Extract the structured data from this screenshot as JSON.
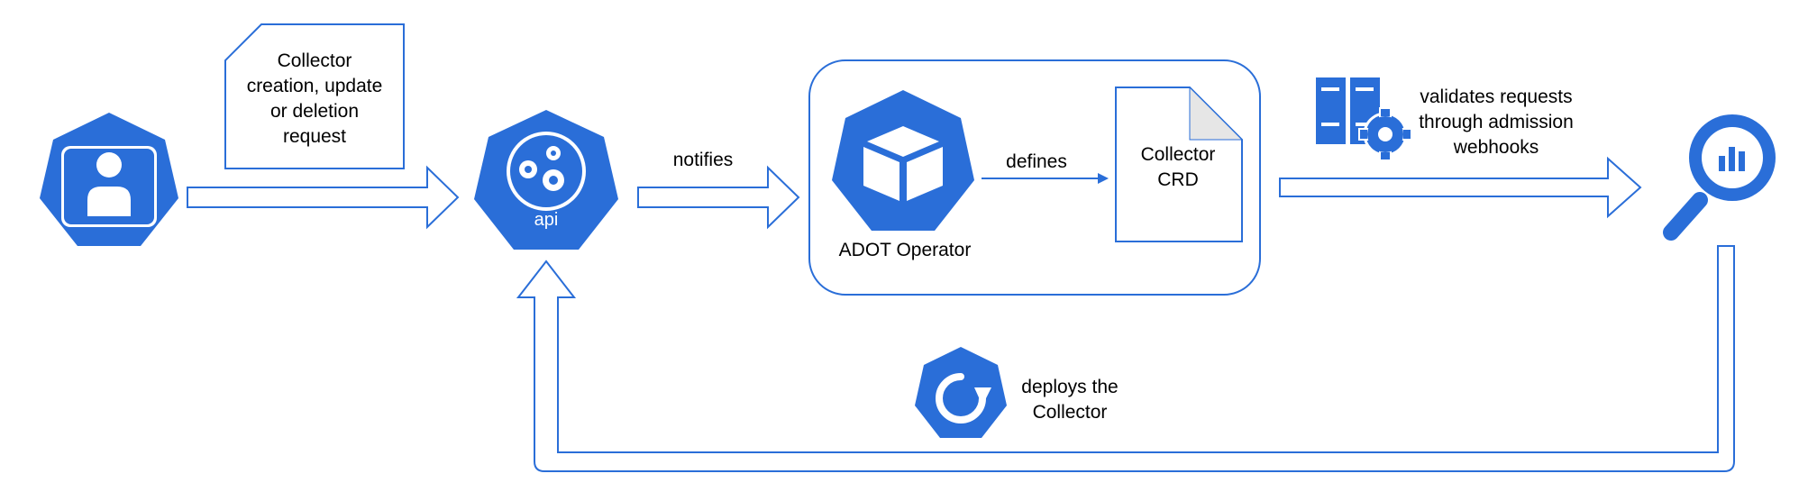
{
  "colors": {
    "primary": "#2a6ed8",
    "stroke": "#2a6ed8",
    "text": "#000000",
    "doc_fold": "#e6e6e6"
  },
  "nodes": {
    "user": {
      "icon": "user-hexagon-icon"
    },
    "request_note": {
      "lines": [
        "Collector",
        "creation, update",
        "or deletion",
        "request"
      ]
    },
    "api_server": {
      "icon": "kubernetes-api-hexagon-icon",
      "label": "api"
    },
    "operator_group": {
      "operator": {
        "icon": "cube-hexagon-icon",
        "label": "ADOT Operator"
      },
      "crd_doc": {
        "lines": [
          "Collector",
          "CRD"
        ]
      }
    },
    "webhooks": {
      "icon": "servers-gear-icon",
      "lines": [
        "validates requests",
        "through admission",
        "webhooks"
      ]
    },
    "collector": {
      "icon": "magnifier-chart-icon"
    },
    "deploy": {
      "icon": "refresh-hexagon-icon",
      "lines": [
        "deploys the",
        "Collector"
      ]
    }
  },
  "edges": {
    "notifies": "notifies",
    "defines": "defines"
  }
}
